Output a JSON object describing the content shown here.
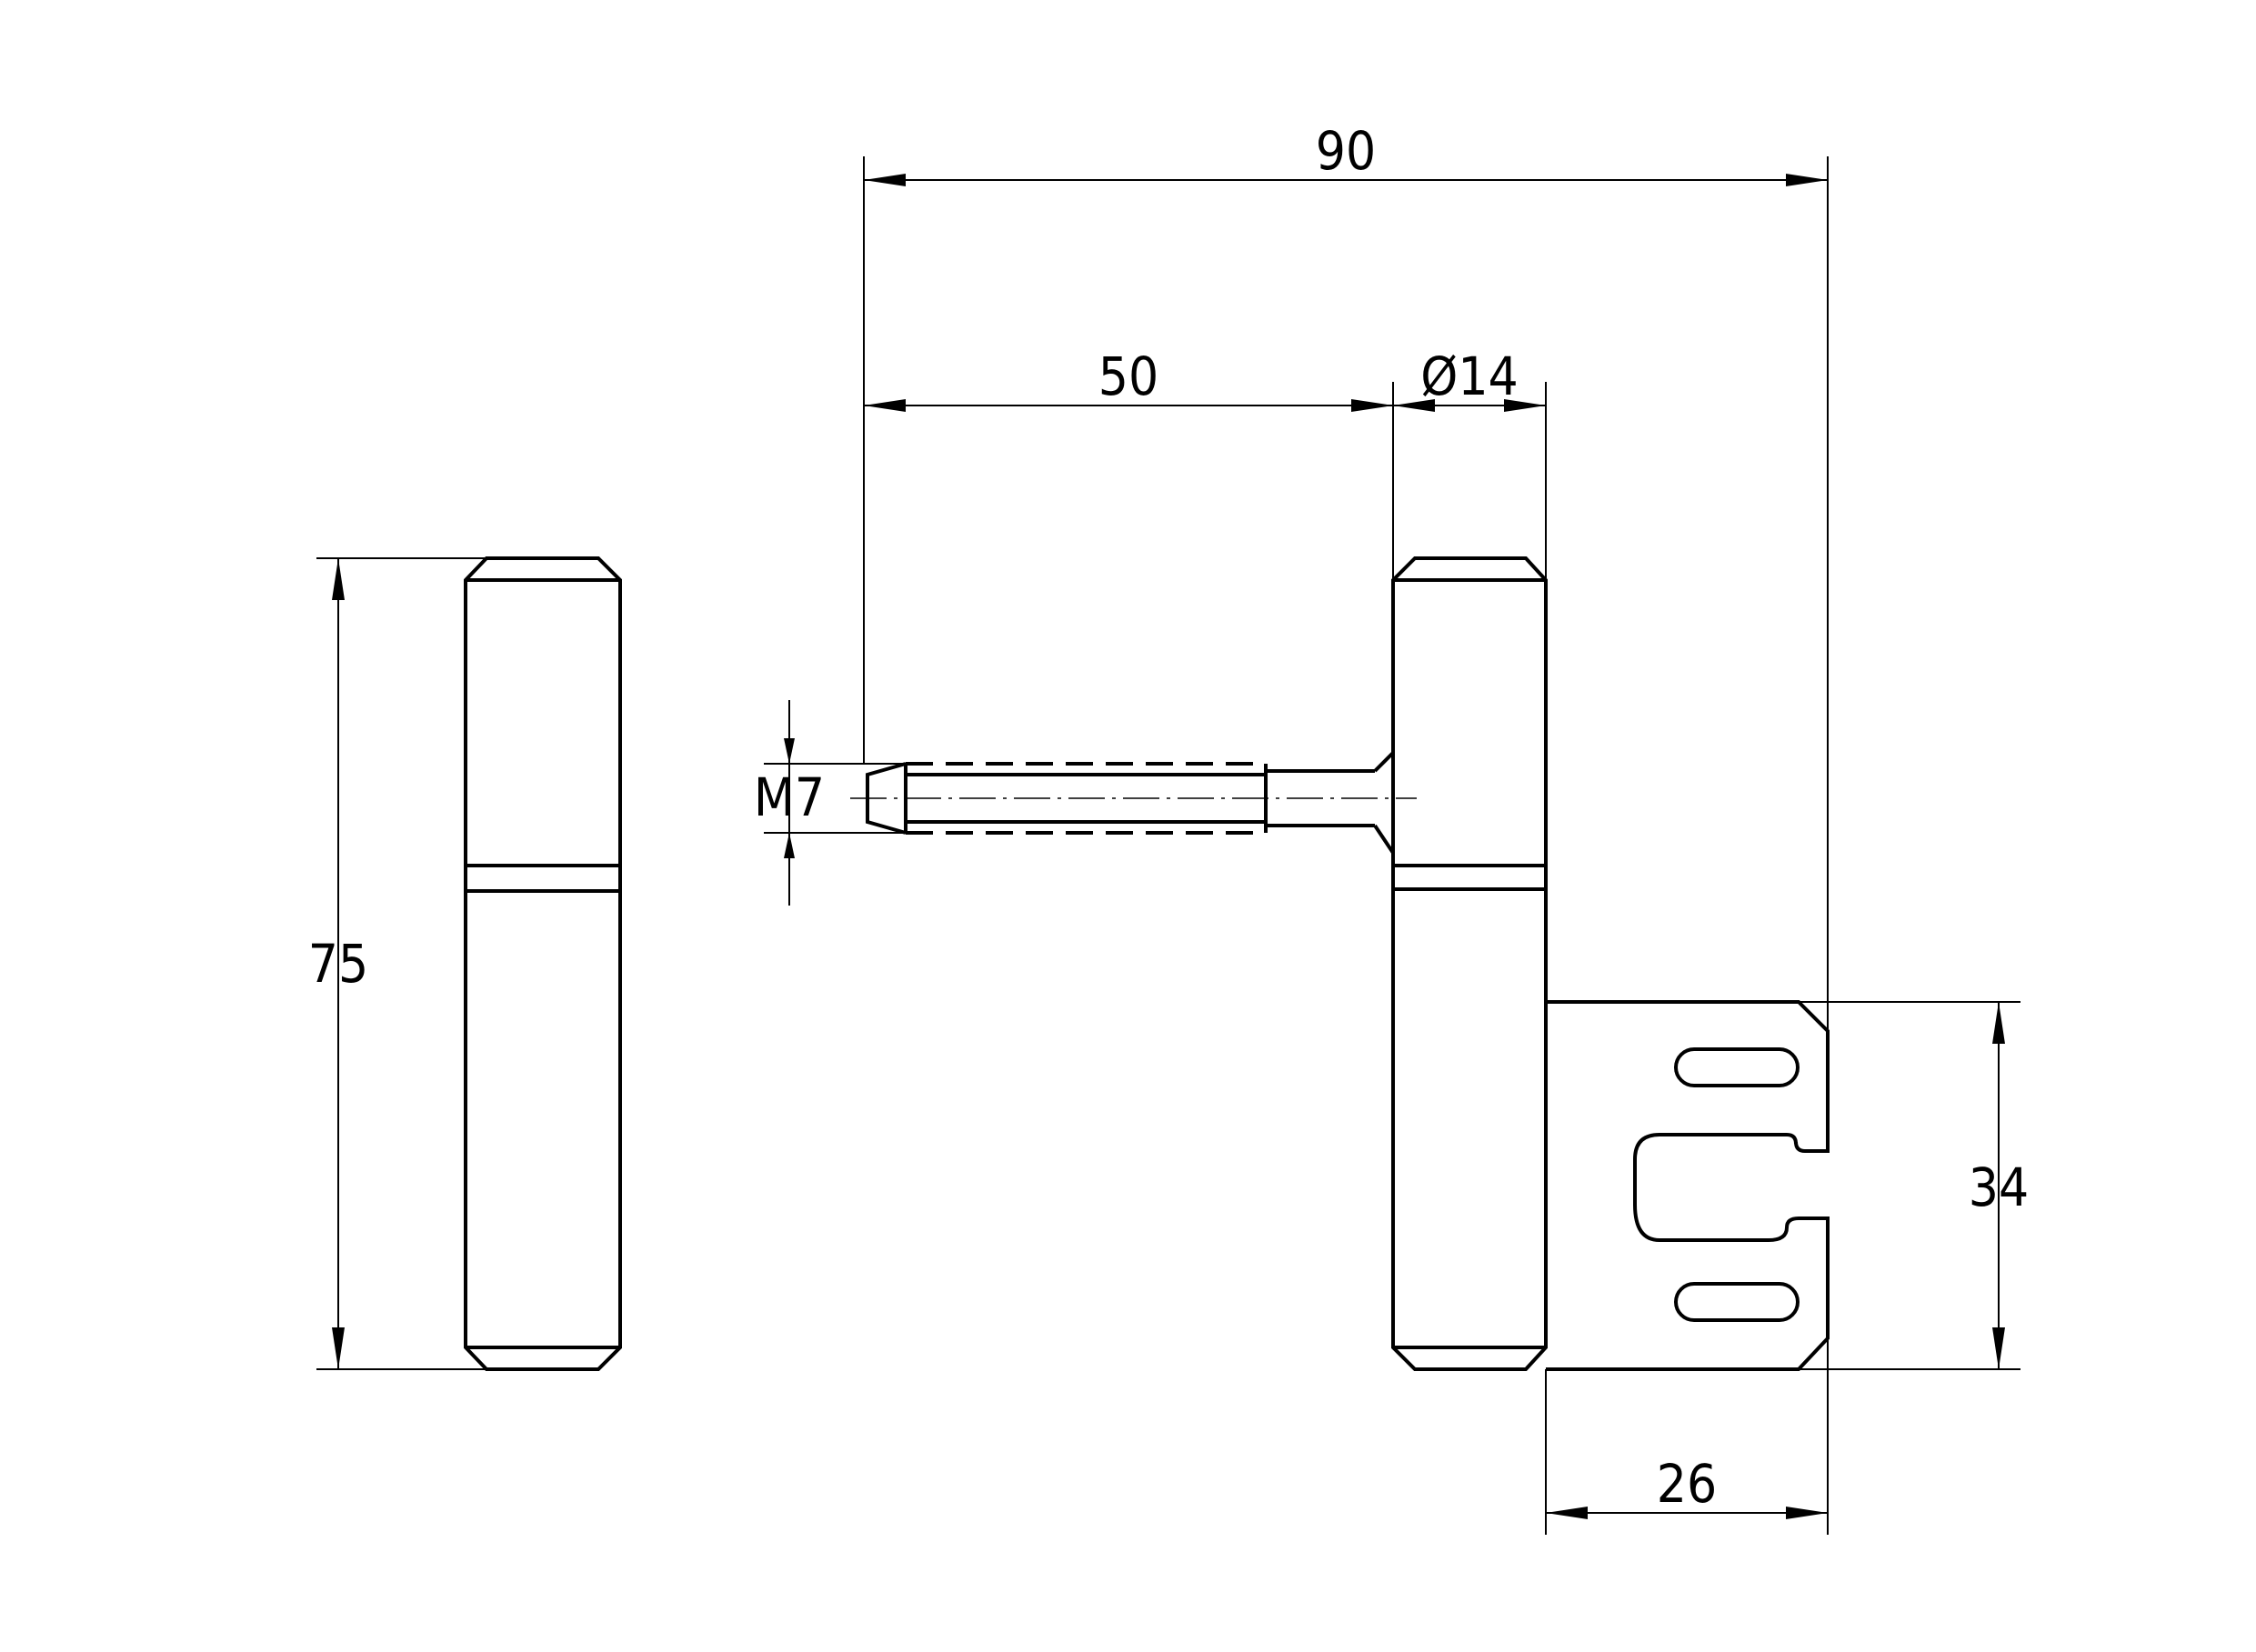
{
  "dimensions": {
    "overall_length": "90",
    "pin_length": "50",
    "barrel_diameter": "Ø14",
    "thread": "M7",
    "barrel_height": "75",
    "plate_height": "34",
    "plate_width": "26"
  }
}
